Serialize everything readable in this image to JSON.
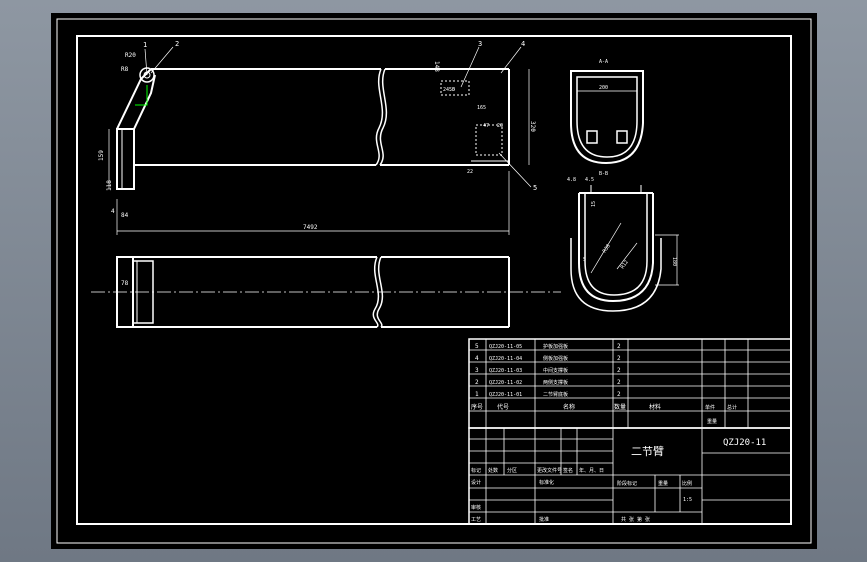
{
  "colors": {
    "background": "#000000",
    "line": "#ffffff",
    "accent_green": "#00ff00",
    "workspace_bg": "#7f8893"
  },
  "drawing": {
    "balloons": [
      "1",
      "2",
      "3",
      "4",
      "5"
    ],
    "dimensions": {
      "overall_length": "7492",
      "height_right": "320",
      "height_left": "159",
      "small_118": "118",
      "small_4": "4",
      "small_84": "84",
      "top_148": "148",
      "top_245": "24.5",
      "dim_50": "50",
      "dim_165": "165",
      "dim_47": "47",
      "dim_20": "20",
      "dim_22": "22",
      "r20": "R20",
      "r8": "R8",
      "plan_78": "78",
      "sec1_width": "200",
      "sec2_15": "15",
      "sec2_left": "4.8",
      "sec2_45": "4.5",
      "sec2_r38": "R38",
      "sec2_r12": "R12",
      "sec2_180": "180",
      "sec2_5": "5"
    },
    "section_labels": {
      "a": "A-A",
      "b": "B-B"
    }
  },
  "bom": {
    "rows": [
      {
        "no": "5",
        "code": "QZJ20-11-05",
        "name": "护板加强板",
        "qty": "2"
      },
      {
        "no": "4",
        "code": "QZJ20-11-04",
        "name": "侧板加强板",
        "qty": "2"
      },
      {
        "no": "3",
        "code": "QZJ20-11-03",
        "name": "中间支撑板",
        "qty": "2"
      },
      {
        "no": "2",
        "code": "QZJ20-11-02",
        "name": "两侧支撑板",
        "qty": "2"
      },
      {
        "no": "1",
        "code": "QZJ20-11-01",
        "name": "二节臂底板",
        "qty": "2"
      }
    ],
    "header": {
      "seq": "序号",
      "code": "代号",
      "name": "名称",
      "qty": "数量",
      "material": "材料",
      "single": "单件",
      "total": "总计",
      "weight": "重量"
    }
  },
  "title_block": {
    "part_name": "二节臂",
    "drawing_number": "QZJ20-11",
    "row_labels": [
      "标记",
      "处数",
      "分区",
      "更改文件号",
      "签名",
      "年、月、日"
    ],
    "designer": "设计",
    "standardization": "标准化",
    "reviewer": "审核",
    "process": "工艺",
    "approve": "批准",
    "stage_mark": "阶段标记",
    "weight": "重量",
    "scale": "比例",
    "scale_value": "1:5",
    "sheets": "共   张   第   张"
  }
}
